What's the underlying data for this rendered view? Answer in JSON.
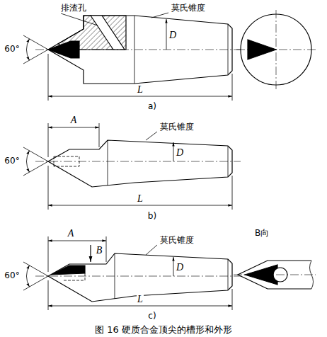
{
  "diagram": {
    "caption": "图 16 硬质合金顶尖的槽形和外形",
    "labels": [
      "排渣孔",
      "莫氏锥度",
      "60°",
      "D",
      "L",
      "a)",
      "A",
      "莫氏锥度",
      "60°",
      "D",
      "L",
      "b)",
      "A",
      "B",
      "莫氏锥度",
      "60°",
      "D",
      "L",
      "B向",
      "c)"
    ]
  }
}
